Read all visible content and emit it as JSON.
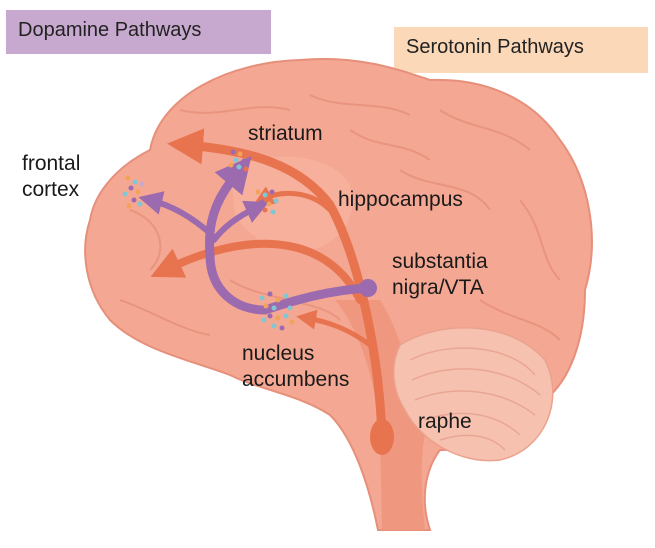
{
  "legend": {
    "dopamine": "Dopamine Pathways",
    "serotonin": "Serotonin Pathways"
  },
  "labels": {
    "striatum": "striatum",
    "frontal_cortex": [
      "frontal",
      "cortex"
    ],
    "hippocampus": "hippocampus",
    "substantia_nigra": [
      "substantia",
      "nigra/VTA"
    ],
    "nucleus_accumbens": [
      "nucleus",
      "accumbens"
    ],
    "raphe": "raphe"
  },
  "colors": {
    "dopamine_pathway": "#9c6aae",
    "serotonin_pathway": "#e8734f",
    "brain": "#f4a792",
    "cerebellum": "#f7c1b0",
    "dopamine_legend_bg": "#c7a9cf",
    "serotonin_legend_bg": "#fbd8b8"
  }
}
